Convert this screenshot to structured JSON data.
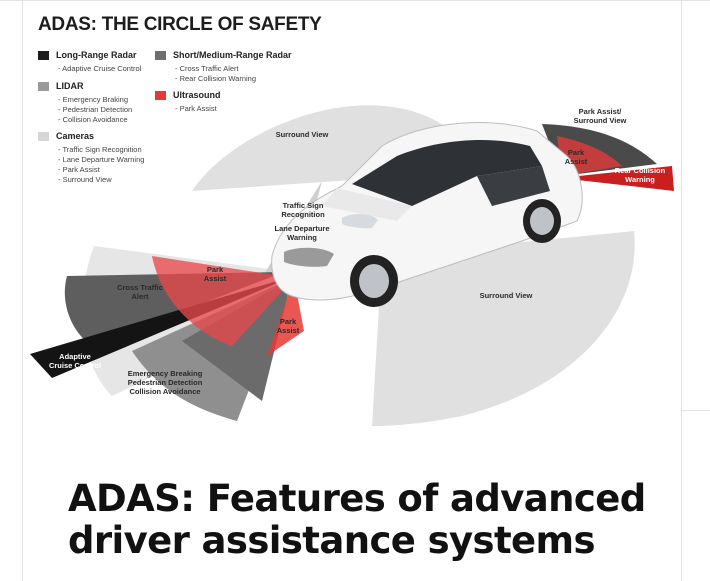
{
  "infographic": {
    "title": "ADAS: THE CIRCLE OF SAFETY",
    "legend": {
      "long_range_radar": {
        "label": "Long-Range Radar",
        "color": "#1c1c1c",
        "features": [
          "- Adaptive Cruise Control"
        ]
      },
      "lidar": {
        "label": "LIDAR",
        "color": "#9a9a9a",
        "features": [
          "- Emergency Braking",
          "- Pedestrian Detection",
          "- Collision Avoidance"
        ]
      },
      "cameras": {
        "label": "Cameras",
        "color": "#d6d6d6",
        "features": [
          "- Traffic Sign Recognition",
          "- Lane Departure Warning",
          "- Park Assist",
          "- Surround View"
        ]
      },
      "short_medium_radar": {
        "label": "Short/Medium-Range Radar",
        "color": "#6e6e6e",
        "features": [
          "- Cross Traffic Alert",
          "- Rear Collision Warning"
        ]
      },
      "ultrasound": {
        "label": "Ultrasound",
        "color": "#e53935",
        "features": [
          "- Park Assist"
        ]
      }
    },
    "zones": {
      "surround_view_top": "Surround View",
      "park_assist_surround_view": [
        "Park Assist/",
        "Surround View"
      ],
      "park_assist_rear": [
        "Park",
        "Assist"
      ],
      "rear_collision_warning": [
        "Rear Collision",
        "Warning"
      ],
      "traffic_sign_recognition": [
        "Traffic Sign",
        "Recognition"
      ],
      "lane_departure_warning": [
        "Lane Departure",
        "Warning"
      ],
      "park_assist_front_left": [
        "Park",
        "Assist"
      ],
      "cross_traffic_alert": [
        "Cross Traffic",
        "Alert"
      ],
      "park_assist_front": [
        "Park",
        "Assist"
      ],
      "adaptive_cruise_control": [
        "Adaptive",
        "Cruise Control"
      ],
      "lidar_features": [
        "Emergency Breaking",
        "Pedestrian Detection",
        "Collision Avoidance"
      ],
      "surround_view_right": "Surround View"
    }
  },
  "article": {
    "headline_line1": "ADAS: Features of advanced",
    "headline_line2": "driver assistance systems"
  }
}
